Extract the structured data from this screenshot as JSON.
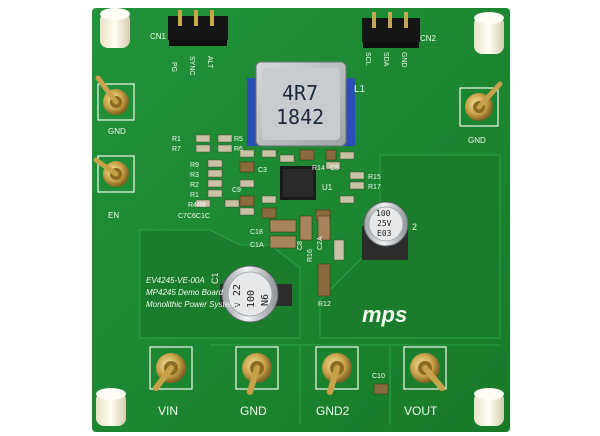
{
  "board": {
    "header_left": "CN1",
    "header_right": "CN2",
    "inductor_ref": "L1",
    "inductor_marking": [
      "4R7",
      "1842"
    ],
    "cap_c1_ref": "C1",
    "cap_c1_marking": [
      "v 22",
      "100",
      "N6"
    ],
    "cap_c2_marking": [
      "100",
      "25V",
      "E03"
    ],
    "cap_c2_ref": "2",
    "title_lines": [
      "EV4245-VE-00A",
      "MP4245 Demo Board",
      "Monolithic Power Systems"
    ],
    "logo": "mps",
    "terminals": {
      "gnd_left": "GND",
      "en": "EN",
      "gnd_right": "GND",
      "vin": "VIN",
      "gnd_bottom": "GND",
      "gnd2": "GND2",
      "vout": "VOUT"
    },
    "refdes": {
      "r1a": "R1",
      "r5": "R5",
      "r7": "R7",
      "r6": "R6",
      "r9": "R9",
      "r3": "R3",
      "r2": "R2",
      "r1b": "R1",
      "r4r8": "R4R8",
      "c7c6c1c": "C7C6C1C",
      "c3": "C3",
      "c9": "C9",
      "c18": "C18",
      "c1a": "C1A",
      "c8": "C8",
      "c2a": "C2A",
      "r16": "R16",
      "r14": "R14",
      "c5": "C5",
      "r15": "R15",
      "r17": "R17",
      "r12": "R12",
      "c10": "C10",
      "u1": "U1"
    }
  },
  "colors": {
    "pcb": "#1f8a2e",
    "pcb_dark": "#176f23",
    "silkscreen": "#f2f7f0",
    "gold": "#c8a24a",
    "header_black": "#151515"
  }
}
